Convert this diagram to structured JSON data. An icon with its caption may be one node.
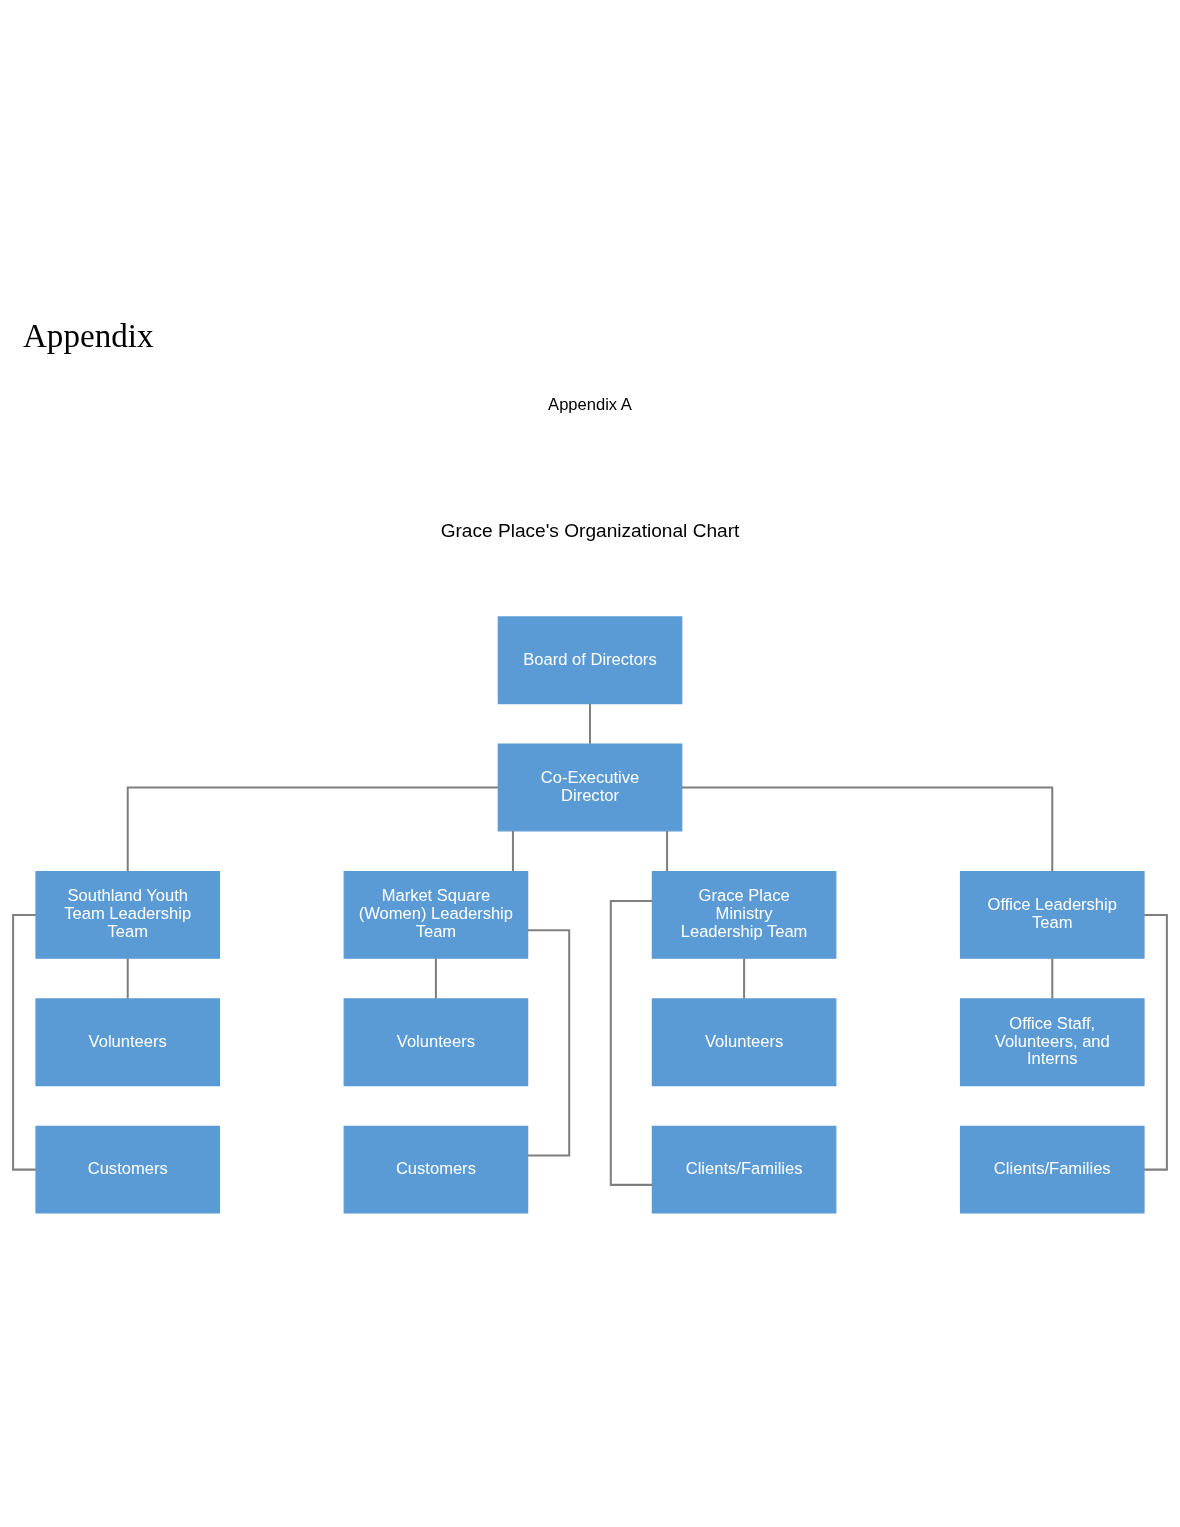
{
  "diagram": {
    "title": "Appendix",
    "nodes": [
      {
        "text": [
          "Board of Directors"
        ]
      },
      {
        "text": [
          "Co-Executive Director"
        ]
      },
      {
        "text": [
          "Southland Youth Team Leadership Team"
        ]
      },
      {
        "text": [
          "Volunteers"
        ]
      },
      {
        "text": [
          "Customers"
        ]
      },
      {
        "text": [
          "Market Square (Women) Leadership Team"
        ]
      },
      {
        "text": [
          "Volunteers"
        ]
      },
      {
        "text": [
          "Customers"
        ]
      },
      {
        "text": [
          "Grace Place Ministry Leadership Team"
        ]
      },
      {
        "text": [
          "Volunteers"
        ]
      },
      {
        "text": [
          "Clients/Families"
        ]
      },
      {
        "text": [
          "Office Leadership Team"
        ]
      },
      {
        "text": [
          "Office Staff, Volunteers, and Interns"
        ]
      },
      {
        "text": [
          "Clients/Families"
        ]
      }
    ],
    "edges": [
      {
        "from": 0,
        "to": 1,
        "arrow": "none"
      },
      {
        "from": 1,
        "to": 2,
        "arrow": "none"
      },
      {
        "from": 1,
        "to": 5,
        "arrow": "none"
      },
      {
        "from": 1,
        "to": 8,
        "arrow": "none"
      },
      {
        "from": 1,
        "to": 11,
        "arrow": "none"
      },
      {
        "from": 2,
        "to": 3,
        "arrow": "none"
      },
      {
        "from": 2,
        "to": 4,
        "arrow": "none"
      },
      {
        "from": 5,
        "to": 6,
        "arrow": "none"
      },
      {
        "from": 5,
        "to": 7,
        "arrow": "none"
      },
      {
        "from": 8,
        "to": 9,
        "arrow": "none"
      },
      {
        "from": 8,
        "to": 10,
        "arrow": "none"
      },
      {
        "from": 11,
        "to": 12,
        "arrow": "none"
      },
      {
        "from": 11,
        "to": 13,
        "arrow": "none"
      }
    ],
    "labels": [
      "Appendix A",
      "Grace Place's Organizational Chart"
    ]
  }
}
